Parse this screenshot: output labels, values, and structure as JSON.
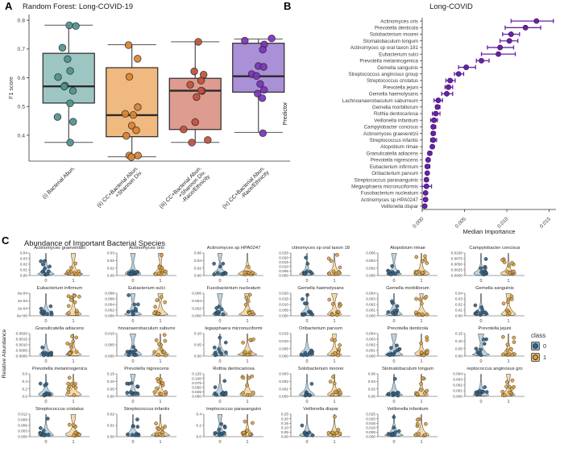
{
  "panels": {
    "a": {
      "label": "A",
      "title": "Random Forest: Long-COVID-19"
    },
    "b": {
      "label": "B",
      "title": "Long-COVID"
    },
    "c": {
      "label": "C",
      "title": "Abundance of Important Bacterial Species",
      "legend": {
        "title": "class",
        "items": [
          {
            "label": "0",
            "point_color": "#33658a",
            "fill_color": "#8fb7cf"
          },
          {
            "label": "1",
            "point_color": "#e2a33c",
            "fill_color": "#eec06f"
          }
        ]
      }
    }
  },
  "chart_data": [
    {
      "panel": "A",
      "type": "box",
      "title": "Random Forest: Long-COVID-19",
      "ylabel": "F1 score",
      "ylim": [
        0.31,
        0.82
      ],
      "yticks": [
        "0.4",
        "0.5",
        "0.6",
        "0.7",
        "0.8"
      ],
      "box_stroke": "#2a2a2a",
      "groups": [
        {
          "label_lines": [
            "(i) Bacterial Abun."
          ],
          "fill": "#9dc6c3",
          "point_color": "#4d9493",
          "box": {
            "low": 0.375,
            "q1": 0.512,
            "median": 0.57,
            "q3": 0.685,
            "high": 0.783
          },
          "points": [
            0.783,
            0.78,
            0.705,
            0.667,
            0.625,
            0.601,
            0.573,
            0.57,
            0.556,
            0.512,
            0.465,
            0.445,
            0.375
          ]
        },
        {
          "label_lines": [
            "(ii) CC+Bacterial Abun.",
            "+Shannon Div."
          ],
          "fill": "#efb97f",
          "point_color": "#dd8431",
          "box": {
            "low": 0.325,
            "q1": 0.395,
            "median": 0.47,
            "q3": 0.635,
            "high": 0.715
          },
          "points": [
            0.715,
            0.665,
            0.601,
            0.5,
            0.472,
            0.47,
            0.436,
            0.415,
            0.398,
            0.33,
            0.328,
            0.325
          ]
        },
        {
          "label_lines": [
            "(iii) CC+Bacterial Abun.",
            "+Shannon Div.",
            "-Race/Ethnicity"
          ],
          "fill": "#de9b8f",
          "point_color": "#c4513a",
          "box": {
            "low": 0.375,
            "q1": 0.42,
            "median": 0.555,
            "q3": 0.598,
            "high": 0.725
          },
          "points": [
            0.725,
            0.622,
            0.61,
            0.59,
            0.576,
            0.556,
            0.554,
            0.53,
            0.445,
            0.42,
            0.382,
            0.375
          ]
        },
        {
          "label_lines": [
            "(iv) CC+Bacterial Abun.",
            "-Race/Ethnicity"
          ],
          "fill": "#aa90d6",
          "point_color": "#7c33bd",
          "box": {
            "low": 0.41,
            "q1": 0.55,
            "median": 0.605,
            "q3": 0.72,
            "high": 0.735
          },
          "points": [
            0.735,
            0.73,
            0.718,
            0.698,
            0.642,
            0.64,
            0.612,
            0.605,
            0.576,
            0.556,
            0.545,
            0.53,
            0.41
          ]
        }
      ]
    },
    {
      "panel": "B",
      "type": "dot-interval",
      "title": "Long-COVID",
      "xlabel": "Median Importance",
      "ylabel": "Predictor",
      "xlim": [
        0,
        0.0158
      ],
      "xticks": [
        "0.000",
        "0.005",
        "0.010",
        "0.015"
      ],
      "xtick_values": [
        0,
        0.005,
        0.01,
        0.015
      ],
      "color": "#6a21a8",
      "items": [
        {
          "name": "Actinomyces oris",
          "value": 0.0135,
          "lo": 0.0105,
          "hi": 0.0155
        },
        {
          "name": "Prevotella denticola",
          "value": 0.0122,
          "lo": 0.0098,
          "hi": 0.014
        },
        {
          "name": "Solobacterium moorei",
          "value": 0.0105,
          "lo": 0.0095,
          "hi": 0.0115
        },
        {
          "name": "Stomatobaculum longum",
          "value": 0.0103,
          "lo": 0.0092,
          "hi": 0.0113
        },
        {
          "name": "Actinomyces sp oral taxon 181",
          "value": 0.0092,
          "lo": 0.0077,
          "hi": 0.0108
        },
        {
          "name": "Eubacterium sulci",
          "value": 0.009,
          "lo": 0.007,
          "hi": 0.011
        },
        {
          "name": "Prevotella melaninogenica",
          "value": 0.007,
          "lo": 0.0064,
          "hi": 0.0079
        },
        {
          "name": "Gemella sanguinis",
          "value": 0.0052,
          "lo": 0.0043,
          "hi": 0.0063
        },
        {
          "name": "Streptococcus anginosus group",
          "value": 0.0043,
          "lo": 0.0038,
          "hi": 0.0049
        },
        {
          "name": "Streptococcus cristatus",
          "value": 0.0033,
          "lo": 0.0028,
          "hi": 0.0039
        },
        {
          "name": "Prevotella jejuni",
          "value": 0.0031,
          "lo": 0.0027,
          "hi": 0.0036
        },
        {
          "name": "Gemella haemolysans",
          "value": 0.0029,
          "lo": 0.0023,
          "hi": 0.0036
        },
        {
          "name": "Lachnoanaerobaculum saburreum",
          "value": 0.0019,
          "lo": 0.0014,
          "hi": 0.0024
        },
        {
          "name": "Gemella morbillorum",
          "value": 0.0018,
          "lo": 0.0016,
          "hi": 0.0021
        },
        {
          "name": "Rothia dentocariosa",
          "value": 0.0016,
          "lo": 0.0012,
          "hi": 0.0021
        },
        {
          "name": "Veillonella infantium",
          "value": 0.0014,
          "lo": 0.001,
          "hi": 0.0018
        },
        {
          "name": "Campylobacter concisus",
          "value": 0.0013,
          "lo": 0.0011,
          "hi": 0.0016
        },
        {
          "name": "Actinomyces graevenitzii",
          "value": 0.0013,
          "lo": 0.0011,
          "hi": 0.0015
        },
        {
          "name": "Streptococcus infantis",
          "value": 0.0013,
          "lo": 0.001,
          "hi": 0.0017
        },
        {
          "name": "Atopobium rimae",
          "value": 0.0012,
          "lo": 0.0011,
          "hi": 0.0013
        },
        {
          "name": "Granulicatella adiacens",
          "value": 0.0009,
          "lo": 0.0007,
          "hi": 0.0011
        },
        {
          "name": "Prevotella nigrescens",
          "value": 0.0007,
          "lo": 0.0006,
          "hi": 0.0009
        },
        {
          "name": "Eubacterium infirmum",
          "value": 0.0006,
          "lo": 0.0004,
          "hi": 0.0009
        },
        {
          "name": "Oribacterium parvum",
          "value": 0.0006,
          "lo": 0.0005,
          "hi": 0.0007
        },
        {
          "name": "Streptococcus parasanguinis",
          "value": 0.0005,
          "lo": 0.0004,
          "hi": 0.0007
        },
        {
          "name": "Megasphaera micronuciformis",
          "value": 0.0005,
          "lo": 0.0,
          "hi": 0.0011
        },
        {
          "name": "Fusobacterium nucleatum",
          "value": 0.0004,
          "lo": 0.0003,
          "hi": 0.0005
        },
        {
          "name": "Actinomyces sp HPA0247",
          "value": 0.0004,
          "lo": 0.0003,
          "hi": 0.0005
        },
        {
          "name": "Veillonella dispar",
          "value": 0.0003,
          "lo": 0.0002,
          "hi": 0.0004
        }
      ]
    },
    {
      "panel": "C",
      "type": "violin-grid",
      "title": "Abundance of Important Bacterial Species",
      "ylabel": "Relative Abundance",
      "x_categories": [
        "0",
        "1"
      ],
      "columns": 6,
      "classes": [
        {
          "label": "0",
          "point_color": "#33658a",
          "fill_color": "#8fb7cf"
        },
        {
          "label": "1",
          "point_color": "#e2a33c",
          "fill_color": "#eec06f"
        }
      ],
      "subplots": [
        {
          "title": "Actinomyces graevenitzii",
          "yticks": [
            "0.00",
            "0.01",
            "0.02",
            "0.03",
            "0.04"
          ]
        },
        {
          "title": "Actinomyces oris",
          "yticks": [
            "0.00",
            "0.01",
            "0.02",
            "0.03"
          ]
        },
        {
          "title": "Actinomyces sp HPA0247",
          "yticks": [
            "0.00",
            "0.02",
            "0.04",
            "0.06"
          ]
        },
        {
          "title": "ctinomyces sp oral taxon 18",
          "yticks": [
            "0.000",
            "0.005",
            "0.010",
            "0.015",
            "0.020",
            "0.025"
          ]
        },
        {
          "title": "Atopobium rimae",
          "yticks": [
            "0.000",
            "0.002",
            "0.004",
            "0.006"
          ]
        },
        {
          "title": "Campylobacter concisus",
          "yticks": [
            "0.0000",
            "0.0025",
            "0.0050",
            "0.0075",
            "0.0100"
          ]
        },
        {
          "title": "Eubacterium infirmum",
          "yticks": [
            "0e+00",
            "2e-04",
            "4e-04",
            "6e-04"
          ]
        },
        {
          "title": "Eubacterium sulci",
          "yticks": [
            "0.000",
            "0.002",
            "0.004",
            "0.006",
            "0.008"
          ]
        },
        {
          "title": "Fusobacterium nucleatum",
          "yticks": [
            "0.000",
            "0.002",
            "0.004",
            "0.006"
          ]
        },
        {
          "title": "Gemella haemolysans",
          "yticks": [
            "0.000",
            "0.005",
            "0.010",
            "0.015",
            "0.020"
          ]
        },
        {
          "title": "Gemella morbillorum",
          "yticks": [
            "0.000",
            "0.001",
            "0.002",
            "0.003",
            "0.004"
          ]
        },
        {
          "title": "Gemella sanguinis",
          "yticks": [
            "0.00",
            "0.01",
            "0.02",
            "0.03",
            "0.04"
          ]
        },
        {
          "title": "Granulicatella adiacens",
          "yticks": [
            "0.0000",
            "0.0005",
            "0.0010",
            "0.0015",
            "0.0020"
          ]
        },
        {
          "title": "hnoanaerobaculum saburre",
          "yticks": [
            "0.000",
            "0.005",
            "0.010"
          ]
        },
        {
          "title": "legasphaera micronuciformi",
          "yticks": [
            "0.00",
            "0.05",
            "0.10"
          ]
        },
        {
          "title": "Oribacterium parvum",
          "yticks": [
            "0.000",
            "0.005",
            "0.010",
            "0.015"
          ]
        },
        {
          "title": "Prevotella denticola",
          "yticks": [
            "0.000",
            "0.001",
            "0.002",
            "0.003",
            "0.004"
          ]
        },
        {
          "title": "Prevotella jejuni",
          "yticks": [
            "0.00",
            "0.05",
            "0.10",
            "0.15"
          ]
        },
        {
          "title": "Prevotella melaninogenica",
          "yticks": [
            "0.0",
            "0.2",
            "0.4",
            "0.6"
          ]
        },
        {
          "title": "Prevotella nigrescens",
          "yticks": [
            "0.00",
            "0.05",
            "0.10",
            "0.15"
          ]
        },
        {
          "title": "Rothia dentocariosa",
          "yticks": [
            "0.000",
            "0.025",
            "0.050",
            "0.075",
            "0.100",
            "0.125"
          ]
        },
        {
          "title": "Solobacterium moorei",
          "yticks": [
            "0.000",
            "0.001",
            "0.002",
            "0.003"
          ]
        },
        {
          "title": "Stomatobaculum longum",
          "yticks": [
            "0.00",
            "0.02",
            "0.04",
            "0.06"
          ]
        },
        {
          "title": "reptococcus anginosus gro",
          "yticks": [
            "0.000",
            "0.001",
            "0.002",
            "0.003",
            "0.004"
          ]
        },
        {
          "title": "Streptococcus cristatus",
          "yticks": [
            "0.000",
            "0.003",
            "0.006",
            "0.009",
            "0.012"
          ]
        },
        {
          "title": "Streptococcus infantis",
          "yticks": [
            "0.00",
            "0.01",
            "0.02"
          ]
        },
        {
          "title": "treptococcus parasanguini",
          "yticks": [
            "0.0",
            "0.2",
            "0.4"
          ]
        },
        {
          "title": "Veillonella dispar",
          "yticks": [
            "0.00",
            "0.05",
            "0.10",
            "0.15",
            "0.20",
            "0.25"
          ]
        },
        {
          "title": "Veillonella infantium",
          "yticks": [
            "0.000",
            "0.005",
            "0.010",
            "0.015",
            "0.020",
            "0.025"
          ]
        }
      ]
    }
  ]
}
